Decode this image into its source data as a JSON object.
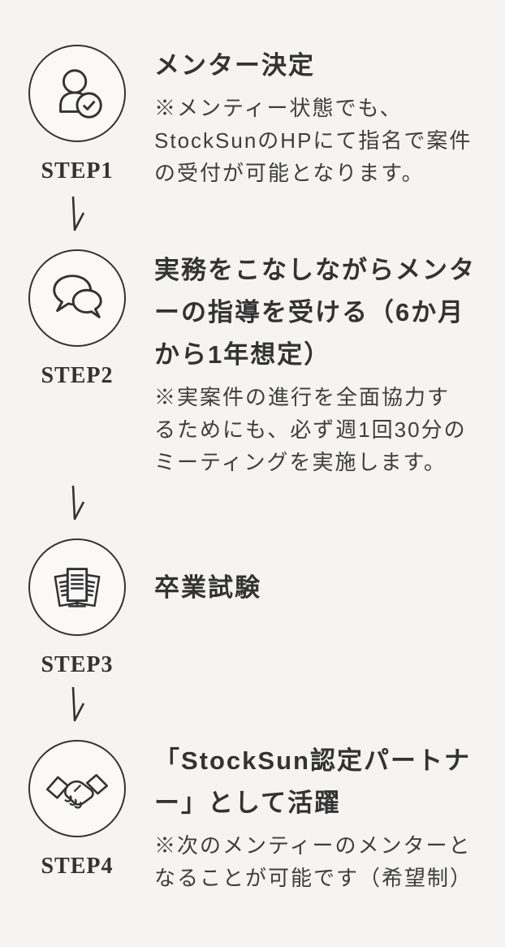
{
  "theme": {
    "background": "#f5f4f2",
    "line_color": "#333333",
    "title_color": "#333333",
    "desc_color": "#3e3e3e",
    "circle_fill": "#faf9f8"
  },
  "arrow": {
    "icon": "down-arrow-icon"
  },
  "steps": [
    {
      "label": "STEP1",
      "icon": "person-check-icon",
      "title": "メンター決定",
      "description": "※メンティー状態でも、\nStockSunのHPにて指名で案件\nの受付が可能となります。"
    },
    {
      "label": "STEP2",
      "icon": "chat-bubbles-icon",
      "title": "実務をこなしながらメンタ\nーの指導を受ける（6か月\nから1年想定）",
      "description": "※実案件の進行を全面協力す\nるためにも、必ず週1回30分の\nミーティングを実施します。"
    },
    {
      "label": "STEP3",
      "icon": "documents-icon",
      "title": "卒業試験",
      "description": ""
    },
    {
      "label": "STEP4",
      "icon": "handshake-icon",
      "title": "「StockSun認定パートナ\nー」として活躍",
      "description": "※次のメンティーのメンターと\nなることが可能です（希望制）"
    }
  ]
}
